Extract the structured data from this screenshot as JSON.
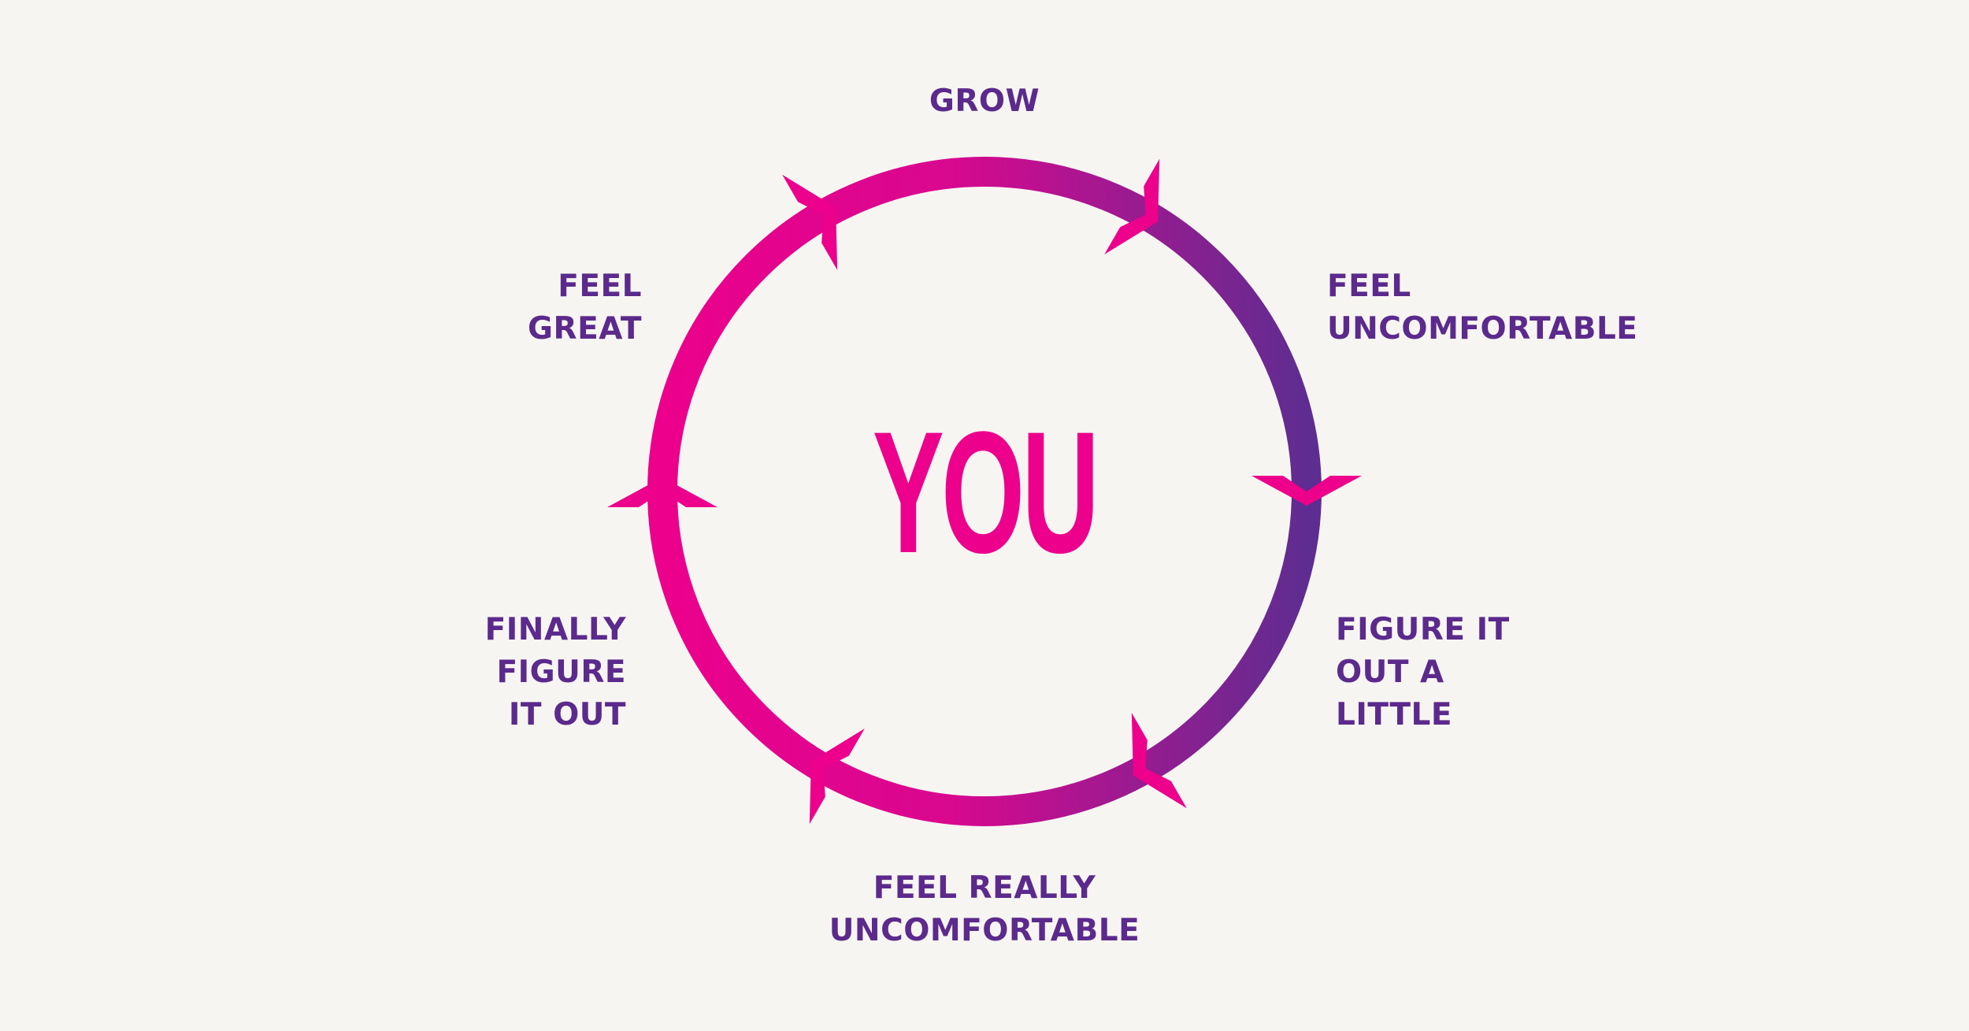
{
  "center_label": "YOU",
  "stages": [
    {
      "id": "grow",
      "lines": [
        "GROW"
      ]
    },
    {
      "id": "feel-uncomfortable",
      "lines": [
        "FEEL",
        "UNCOMFORTABLE"
      ]
    },
    {
      "id": "figure-it-out-a-little",
      "lines": [
        "FIGURE IT",
        "OUT A",
        "LITTLE"
      ]
    },
    {
      "id": "feel-really-uncomfortable",
      "lines": [
        "FEEL REALLY",
        "UNCOMFORTABLE"
      ]
    },
    {
      "id": "finally-figure-it-out",
      "lines": [
        "FINALLY",
        "FIGURE",
        "IT OUT"
      ]
    },
    {
      "id": "feel-great",
      "lines": [
        "FEEL",
        "GREAT"
      ]
    }
  ],
  "colors": {
    "background": "#f7f5f2",
    "label_purple": "#5b2a8c",
    "accent_magenta": "#ec008c",
    "ring_gradient_start": "#ec008c",
    "ring_gradient_end": "#5e2d91"
  },
  "icons": {
    "ring": "cycle-ring",
    "arrows": "chevron-arrow"
  }
}
